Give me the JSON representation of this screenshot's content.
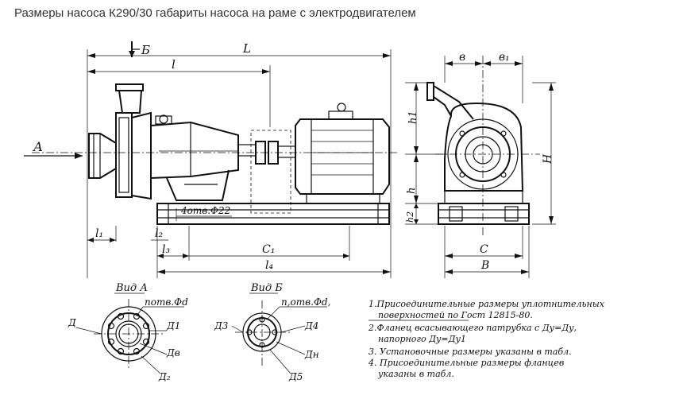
{
  "page": {
    "title": "Размеры насоса К290/30 габариты  насоса  на раме с электродвигателем"
  },
  "labels": {
    "view_b_marker": "Б",
    "arrow_a": "А",
    "dim_L": "L",
    "dim_l": "l",
    "dim_l1": "l₁",
    "dim_l2": "l₂",
    "dim_l3": "l₃",
    "dim_c1": "C₁",
    "dim_l4": "l₄",
    "holes": "4отв.Ф22",
    "dim_b": "в",
    "dim_b1": "в₁",
    "dim_h1": "h1",
    "dim_h": "h",
    "dim_H": "H",
    "dim_h2": "h2",
    "dim_c": "C",
    "dim_B": "B"
  },
  "view_a": {
    "title": "Вид А",
    "holes": "nотв.Фd",
    "d_label": "Д",
    "d1_label": "Д1",
    "dv_label": "Дв",
    "d2_label": "Д₂"
  },
  "view_b": {
    "title": "Вид Б",
    "holes": "n,отв.Фd,",
    "d3_label": "Д3",
    "d4_label": "Д4",
    "dn_label": "Дн",
    "d5_label": "Д5"
  },
  "notes": [
    "1.Присоединительные размеры уплотнительных",
    "поверхностей  по Гост 12815-80.",
    "2.Фланец всасывающего патрубка с Ду=Ду,",
    "напорного Ду=Ду1",
    "3. Установочные размеры указаны в табл.",
    "4. Присоединительные размеры фланцев",
    "указаны в табл."
  ]
}
